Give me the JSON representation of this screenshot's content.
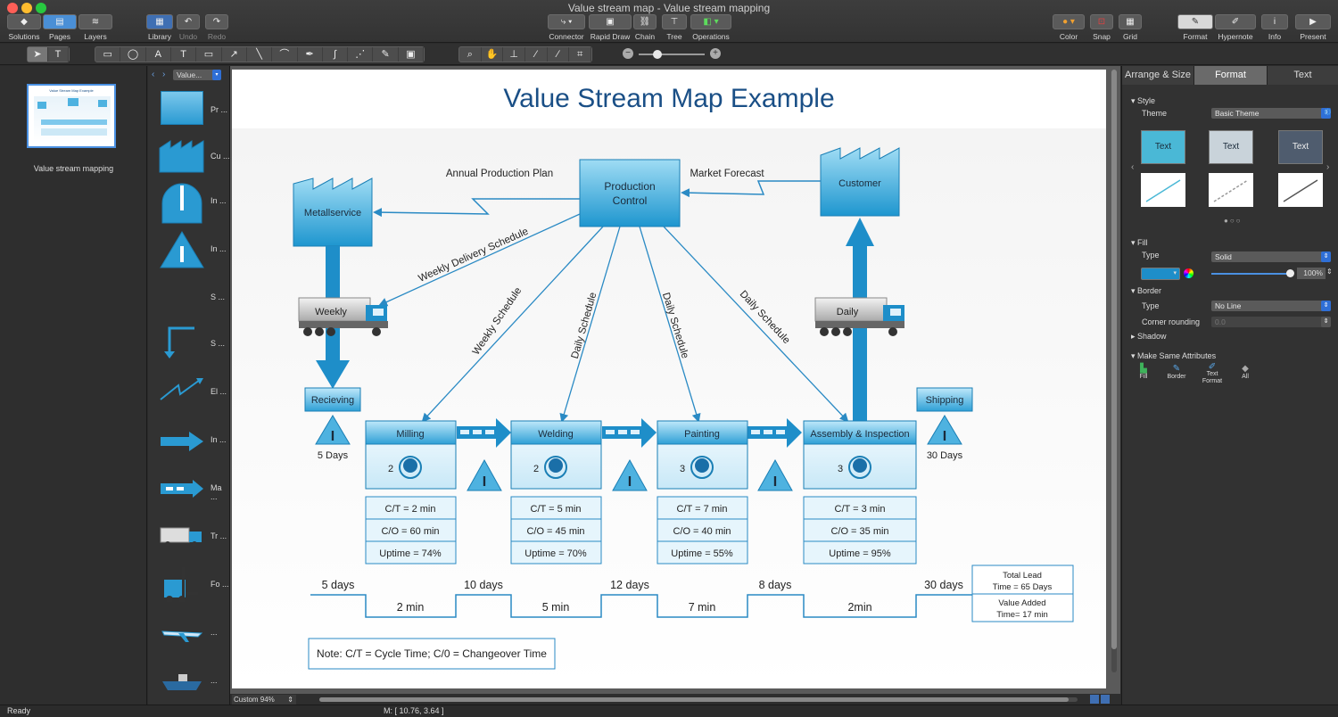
{
  "window": {
    "title": "Value stream map - Value stream mapping"
  },
  "toolbar_left": [
    {
      "label": "Solutions",
      "icon": "solutions-icon"
    },
    {
      "label": "Pages",
      "icon": "pages-icon"
    },
    {
      "label": "Layers",
      "icon": "layers-icon"
    },
    {
      "label": "Library",
      "icon": "library-icon"
    },
    {
      "label": "Undo",
      "icon": "undo-icon"
    },
    {
      "label": "Redo",
      "icon": "redo-icon"
    }
  ],
  "toolbar_center": [
    {
      "label": "Connector",
      "icon": "connector-icon"
    },
    {
      "label": "Rapid Draw",
      "icon": "rapid-draw-icon"
    },
    {
      "label": "Chain",
      "icon": "chain-icon"
    },
    {
      "label": "Tree",
      "icon": "tree-icon"
    },
    {
      "label": "Operations",
      "icon": "operations-icon"
    }
  ],
  "toolbar_right": [
    {
      "label": "Color",
      "icon": "color-icon"
    },
    {
      "label": "Snap",
      "icon": "snap-icon"
    },
    {
      "label": "Grid",
      "icon": "grid-icon"
    },
    {
      "label": "Format",
      "icon": "format-icon"
    },
    {
      "label": "Hypernote",
      "icon": "hypernote-icon"
    },
    {
      "label": "Info",
      "icon": "info-icon"
    },
    {
      "label": "Present",
      "icon": "present-icon"
    }
  ],
  "pages": {
    "thumb_title": "Value Stream Map Example",
    "page_label": "Value stream mapping"
  },
  "library": {
    "dropdown": "Value...",
    "items": [
      "Pr ...",
      "Cu ...",
      "In ...",
      "In ...",
      "S ...",
      "S ...",
      "El ...",
      "In ...",
      "Ma ...",
      "Tr ...",
      "Fo ...",
      "...",
      "..."
    ]
  },
  "diagram": {
    "title": "Value Stream Map Example",
    "production_control": [
      "Production",
      "Control"
    ],
    "supplier": "Metallservice",
    "customer": "Customer",
    "annual_plan": "Annual Production Plan",
    "market_forecast": "Market Forecast",
    "weekly_delivery": "Weekly Delivery Schedule",
    "weekly_schedule": "Weekly Schedule",
    "daily_schedule": "Daily Schedule",
    "truck_weekly": "Weekly",
    "truck_daily": "Daily",
    "receiving": "Recieving",
    "shipping": "Shipping",
    "inv_receiving": "5 Days",
    "inv_shipping": "30 Days",
    "inventory_mark": "I",
    "processes": [
      {
        "name": "Milling",
        "operators": "2",
        "ct": "C/T = 2 min",
        "co": "C/O = 60 min",
        "uptime": "Uptime = 74%"
      },
      {
        "name": "Welding",
        "operators": "2",
        "ct": "C/T = 5 min",
        "co": "C/O = 45 min",
        "uptime": "Uptime = 70%"
      },
      {
        "name": "Painting",
        "operators": "3",
        "ct": "C/T = 7 min",
        "co": "C/O = 40 min",
        "uptime": "Uptime = 55%"
      },
      {
        "name": "Assembly & Inspection",
        "operators": "3",
        "ct": "C/T = 3 min",
        "co": "C/O = 35 min",
        "uptime": "Uptime = 95%"
      }
    ],
    "timeline_days": [
      "5 days",
      "10 days",
      "12 days",
      "8 days",
      "30 days"
    ],
    "timeline_mins": [
      "2 min",
      "5 min",
      "7 min",
      "2min"
    ],
    "total_lead": [
      "Total Lead",
      "Time = 65 Days"
    ],
    "value_added": [
      "Value Added",
      "Time= 17 min"
    ],
    "note": "Note: C/T = Cycle Time; C/0 = Changeover Time"
  },
  "right_panel": {
    "tabs": [
      "Arrange & Size",
      "Format",
      "Text"
    ],
    "active_tab": "Format",
    "style_section": "Style",
    "theme_label": "Theme",
    "theme_value": "Basic Theme",
    "style_swatches": [
      "Text",
      "Text",
      "Text"
    ],
    "fill_section": "Fill",
    "fill_type_label": "Type",
    "fill_type_value": "Solid",
    "fill_color": "#1e8ec9",
    "opacity": "100%",
    "border_section": "Border",
    "border_type_label": "Type",
    "border_type_value": "No Line",
    "corner_label": "Corner rounding",
    "corner_value": "0.0",
    "shadow_section": "Shadow",
    "make_same_section": "Make Same Attributes",
    "make_same": [
      "Fill",
      "Border",
      "Text Format",
      "All"
    ]
  },
  "bottom": {
    "zoom": "Custom 94%",
    "status": "Ready",
    "mouse": "M: [ 10.76, 3.64 ]"
  },
  "colors": {
    "accent": "#1e8ec9",
    "process_header": "#3aa6d6",
    "title_blue": "#1a4f86"
  }
}
